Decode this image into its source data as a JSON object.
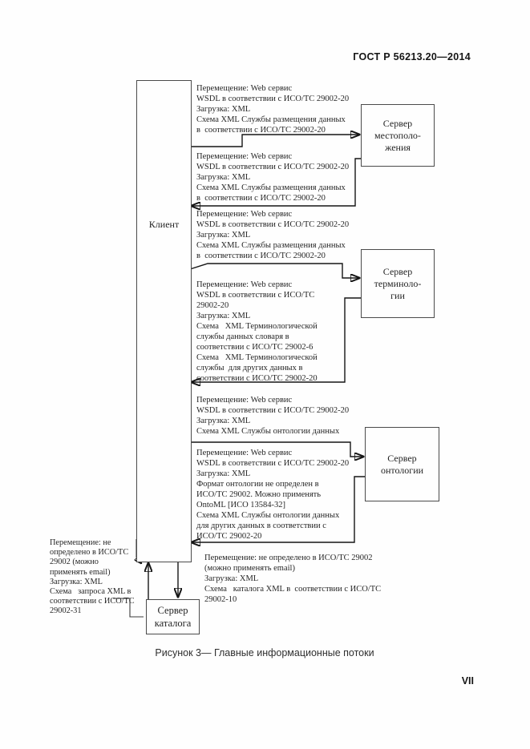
{
  "page": {
    "header": "ГОСТ Р 56213.20—2014",
    "caption": "Рисунок 3— Главные информационные потоки",
    "page_number": "VII"
  },
  "diagram": {
    "client_label": "Клиент",
    "location_server_label": "Сервер\nместополо-\nжения",
    "terminology_server_label": "Сервер\nтерминоло-\nгии",
    "ontology_server_label": "Сервер\nонтологии",
    "catalog_server_label": "Сервер\nкаталога",
    "flows": {
      "to_location": "Перемещение: Web сервис\nWSDL в соответствии с ИСО/ТС 29002-20\nЗагрузка: XML\nСхема XML Службы размещения данных\nв  соответствии с ИСО/ТС 29002-20",
      "from_location": "Перемещение: Web сервис\nWSDL в соответствии с ИСО/ТС 29002-20\nЗагрузка: XML\nСхема XML Службы размещения данных\nв  соответствии с ИСО/ТС 29002-20",
      "to_terminology": "Перемещение: Web сервис\nWSDL в соответствии с ИСО/ТС 29002-20\nЗагрузка: XML\nСхема XML Службы размещения данных\nв  соответствии с ИСО/ТС 29002-20",
      "from_terminology": "Перемещение: Web сервис\nWSDL в соответствии с ИСО/ТС\n29002-20\nЗагрузка: XML\nСхема   XML Терминологической\nслужбы данных словаря в\nсоответствии с ИСО/ТС 29002-6\nСхема   XML Терминологической\nслужбы  для других данных в\nсоответствии с ИСО/ТС 29002-20",
      "to_ontology": "Перемещение: Web сервис\nWSDL в соответствии с ИСО/ТС 29002-20\nЗагрузка: XML\nСхема XML Службы онтологии данных",
      "from_ontology": "Перемещение: Web сервис\nWSDL в соответствии с ИСО/ТС 29002-20\nЗагрузка: XML\nФормат онтологии не определен в\nИСО/ТС 29002. Можно применять\nOntoML [ИСО 13584-32]\nСхема XML Службы онтологии данных\nдля других данных в соответствии с\nИСО/ТС 29002-20",
      "catalog_left": "Перемещение: не\nопределено в ИСО/ТС\n29002 (можно\nприменять email)\nЗагрузка: XML\nСхема   запроса XML в\nсоответствии с ИСО/ТС\n29002-31",
      "catalog_right": "Перемещение: не определено в ИСО/ТС 29002\n(можно применять email)\nЗагрузка: XML\nСхема   каталога XML в  соответствии с ИСО/ТС\n29002-10"
    }
  }
}
